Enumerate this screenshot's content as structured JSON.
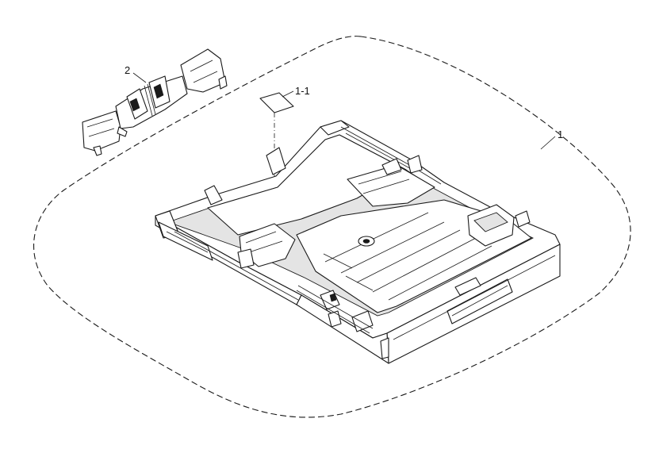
{
  "diagram": {
    "callouts": [
      {
        "id": "2",
        "label": "2"
      },
      {
        "id": "1-1",
        "label": "1-1"
      },
      {
        "id": "1",
        "label": "1"
      }
    ]
  }
}
